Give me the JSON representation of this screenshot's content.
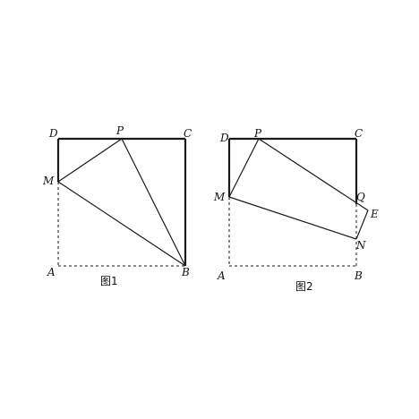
{
  "figure1": {
    "caption": "图1",
    "labels": {
      "A": "A",
      "B": "B",
      "C": "C",
      "D": "D",
      "M": "M",
      "P": "P"
    }
  },
  "figure2": {
    "caption": "图2",
    "labels": {
      "A": "A",
      "B": "B",
      "C": "C",
      "D": "D",
      "M": "M",
      "P": "P",
      "Q": "Q",
      "E": "E",
      "N": "N"
    }
  }
}
